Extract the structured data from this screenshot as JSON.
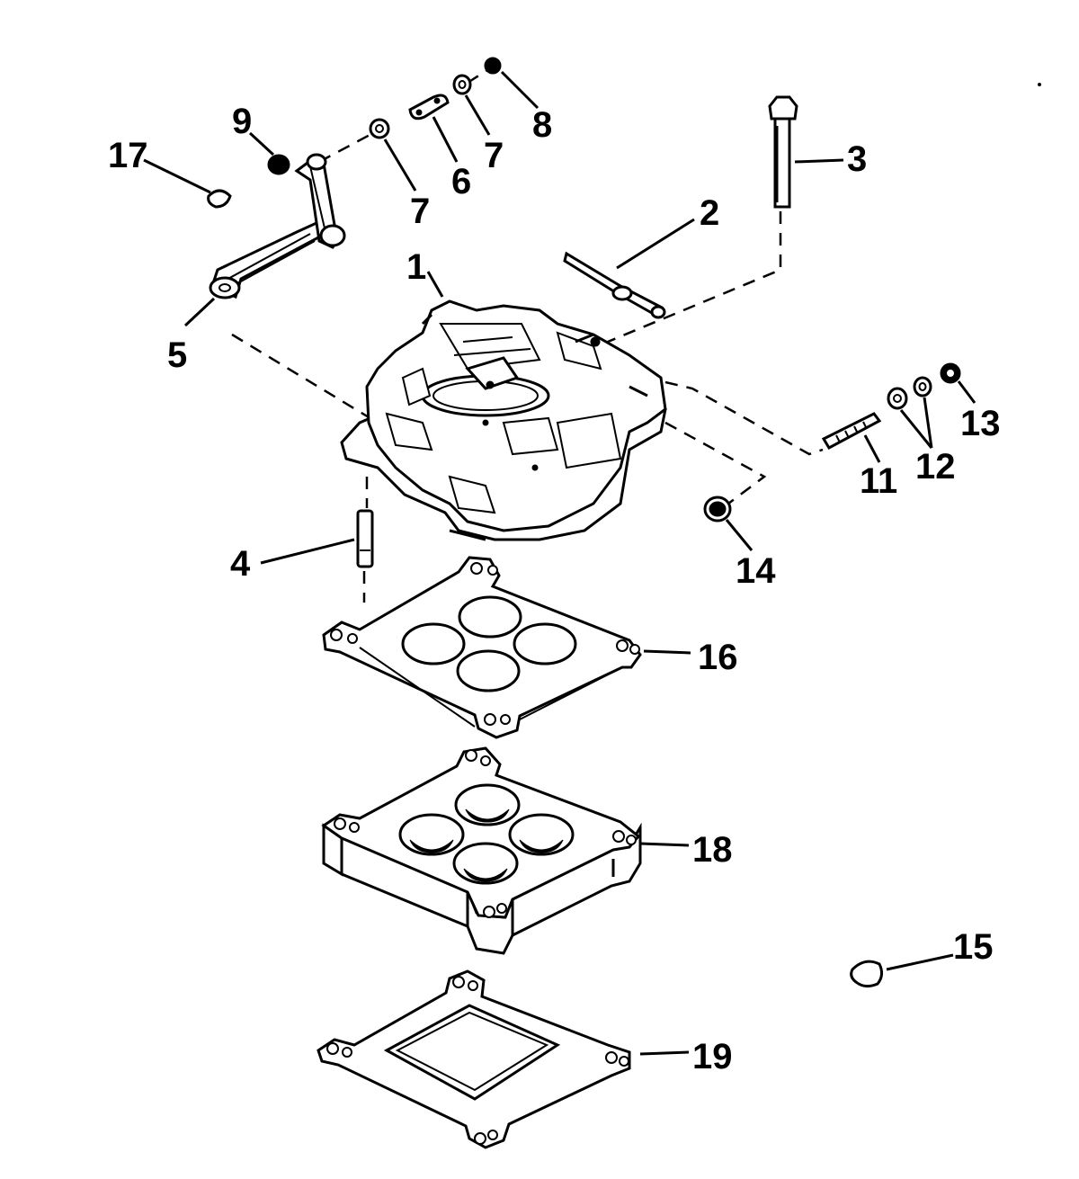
{
  "diagram": {
    "type": "exploded-parts-view",
    "colors": {
      "ink": "#000000",
      "paper": "#ffffff"
    },
    "callouts": [
      {
        "id": "c1",
        "label": "1"
      },
      {
        "id": "c2",
        "label": "2"
      },
      {
        "id": "c3",
        "label": "3"
      },
      {
        "id": "c4",
        "label": "4"
      },
      {
        "id": "c5",
        "label": "5"
      },
      {
        "id": "c6",
        "label": "6"
      },
      {
        "id": "c7a",
        "label": "7"
      },
      {
        "id": "c7b",
        "label": "7"
      },
      {
        "id": "c8",
        "label": "8"
      },
      {
        "id": "c9",
        "label": "9"
      },
      {
        "id": "c11",
        "label": "11"
      },
      {
        "id": "c12",
        "label": "12"
      },
      {
        "id": "c13",
        "label": "13"
      },
      {
        "id": "c14",
        "label": "14"
      },
      {
        "id": "c15",
        "label": "15"
      },
      {
        "id": "c16",
        "label": "16"
      },
      {
        "id": "c17",
        "label": "17"
      },
      {
        "id": "c18",
        "label": "18"
      },
      {
        "id": "c19",
        "label": "19"
      }
    ]
  }
}
